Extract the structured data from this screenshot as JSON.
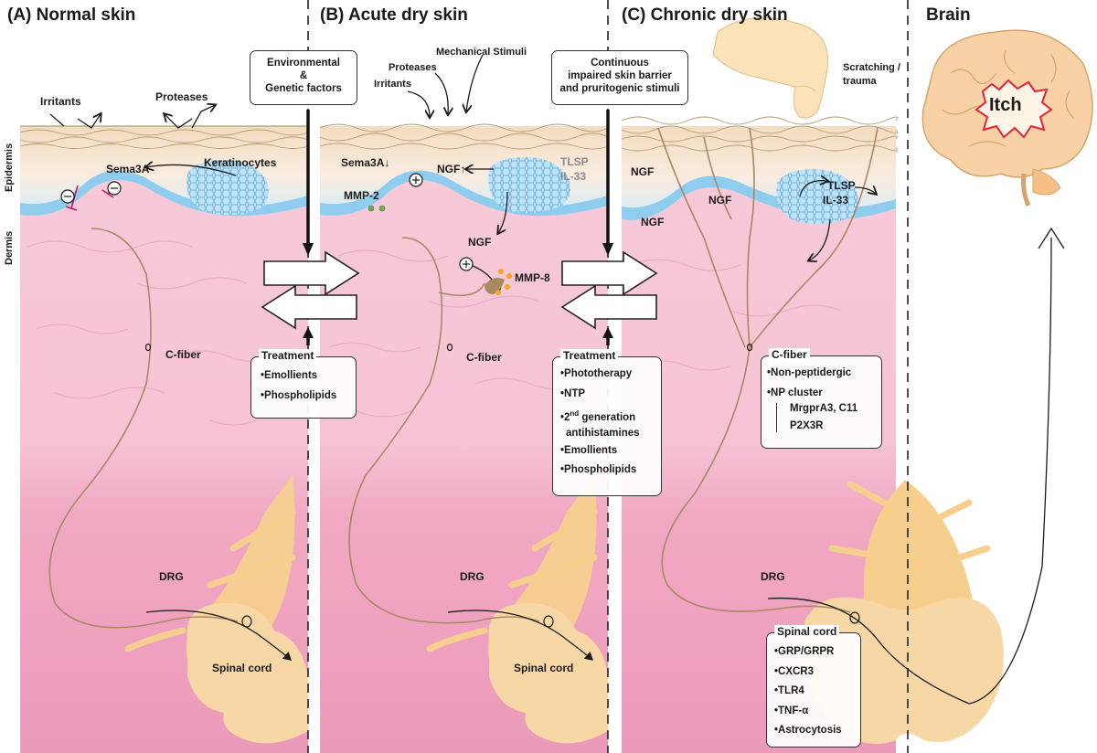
{
  "panels": {
    "a": "(A) Normal skin",
    "b": "(B) Acute dry skin",
    "c": "(C) Chronic dry skin",
    "brain": "Brain"
  },
  "layers": {
    "epidermis": "Epidermis",
    "dermis": "Dermis"
  },
  "panel_a": {
    "irritants": "Irritants",
    "proteases": "Proteases",
    "keratinocytes": "Keratinocytes",
    "sema3a": "Sema3A",
    "c_fiber": "C-fiber",
    "drg": "DRG",
    "spinal_cord": "Spinal cord"
  },
  "panel_b": {
    "mechanical": "Mechanical Stimuli",
    "proteases": "Proteases",
    "irritants": "Irritants",
    "sema3a": "Sema3A↓",
    "ngf_up": "NGF↑",
    "tlsp": "TLSP",
    "il33": "IL-33",
    "mmp2": "MMP-2",
    "ngf": "NGF",
    "mmp8": "MMP-8",
    "c_fiber": "C-fiber",
    "drg": "DRG",
    "spinal_cord": "Spinal cord"
  },
  "panel_c": {
    "scratching": "Scratching /",
    "trauma": "trauma",
    "ngf1": "NGF",
    "ngf2": "NGF",
    "ngf3": "NGF",
    "tlsp": "TLSP",
    "il33": "IL-33",
    "c_fiber": "C-fiber",
    "drg": "DRG"
  },
  "brain": {
    "itch": "Itch"
  },
  "factors": {
    "env": "Environmental\n&\nGenetic factors",
    "continuous": "Continuous\nimpaired skin barrier\nand pruritogenic stimuli"
  },
  "treatment_a": {
    "title": "Treatment",
    "items": [
      "•Emollients",
      "•Phospholipids"
    ]
  },
  "treatment_b": {
    "title": "Treatment",
    "items": [
      "•Phototherapy",
      "•NTP",
      "•2",
      "nd",
      " generation",
      "antihistamines",
      "•Emollients",
      "•Phospholipids"
    ]
  },
  "cfiber_box": {
    "title": "C-fiber",
    "items": [
      "•Non-peptidergic",
      "•NP cluster",
      "MrgprA3, C11",
      "P2X3R"
    ]
  },
  "spinal_box": {
    "title": "Spinal cord",
    "items": [
      "•GRP/GRPR",
      "•CXCR3",
      "•TLR4",
      "•TNF-α",
      "•Astrocytosis"
    ]
  },
  "colors": {
    "dermis": "#f6c8d8",
    "subcutis": "#ef9fbd",
    "epidermis": "#f7e1c6",
    "basal": "#bfe3f6",
    "nerve": "#b89a73",
    "drg": "#f6cf8f",
    "brain": "#f8d2a6",
    "itch": "#e52233"
  }
}
